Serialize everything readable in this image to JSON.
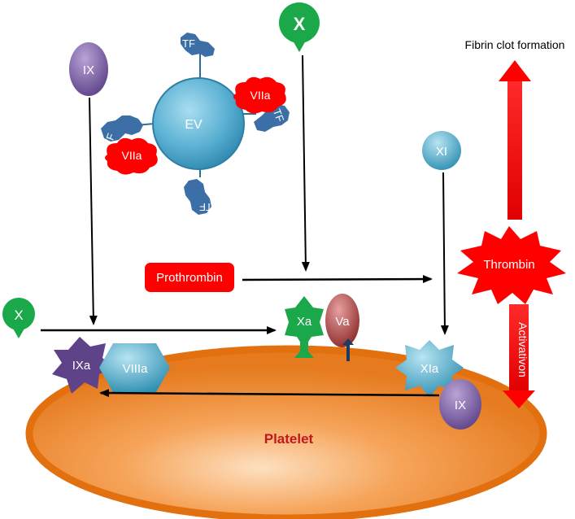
{
  "labels": {
    "ev": "EV",
    "tf": "TF",
    "viia": "VIIa",
    "ix": "IX",
    "x": "X",
    "xi": "XI",
    "prothrombin": "Prothrombin",
    "xa": "Xa",
    "va": "Va",
    "ixa": "IXa",
    "viiia": "VIIIa",
    "xia": "XIa",
    "thrombin": "Thrombin",
    "activation": "Activativon",
    "fibrin": "Fibrin clot formation",
    "platelet": "Platelet"
  },
  "colors": {
    "platelet_fill": "#F08A2C",
    "platelet_edge": "#E2700F",
    "ev_fill": "#4AA3C6",
    "tf_fill": "#3B6FA5",
    "viia_fill": "#FF0000",
    "purple_fill": "#6B4E9A",
    "green_fill": "#1AA84B",
    "teal_fill": "#4BB0CF",
    "va_fill": "#A73A3A",
    "red_fill": "#FF0000"
  }
}
